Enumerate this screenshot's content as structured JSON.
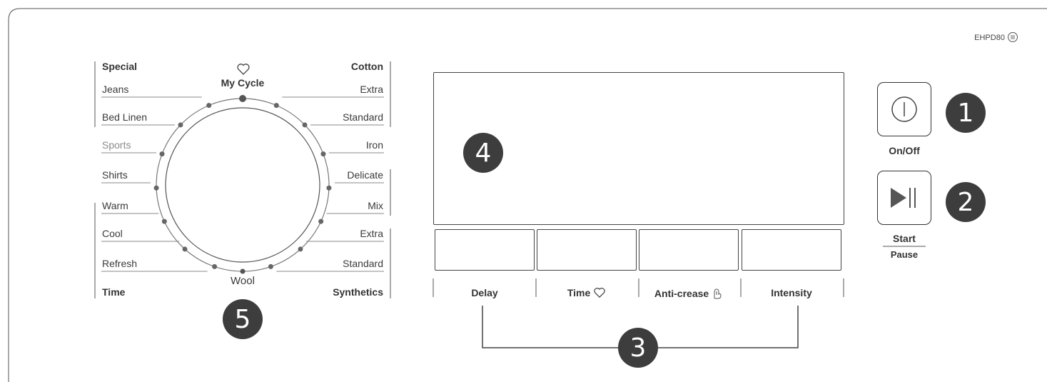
{
  "model": "EHPD80",
  "dial": {
    "favourite_label": "My Cycle",
    "bottom_label": "Wool",
    "left": [
      {
        "label": "Special",
        "style": "bold"
      },
      {
        "label": "Jeans",
        "style": "normal"
      },
      {
        "label": "Bed Linen",
        "style": "normal"
      },
      {
        "label": "Sports",
        "style": "muted"
      },
      {
        "label": "Shirts",
        "style": "normal"
      },
      {
        "label": "Warm",
        "style": "normal"
      },
      {
        "label": "Cool",
        "style": "normal"
      },
      {
        "label": "Refresh",
        "style": "normal"
      },
      {
        "label": "Time",
        "style": "bold"
      }
    ],
    "right": [
      {
        "label": "Cotton",
        "style": "bold"
      },
      {
        "label": "Extra",
        "style": "normal"
      },
      {
        "label": "Standard",
        "style": "normal"
      },
      {
        "label": "Iron",
        "style": "normal"
      },
      {
        "label": "Delicate",
        "style": "normal"
      },
      {
        "label": "Mix",
        "style": "normal"
      },
      {
        "label": "Extra",
        "style": "normal"
      },
      {
        "label": "Standard",
        "style": "normal"
      },
      {
        "label": "Synthetics",
        "style": "bold"
      }
    ]
  },
  "option_buttons": [
    {
      "label": "Delay",
      "icon": ""
    },
    {
      "label": "Time",
      "icon": "heart-icon"
    },
    {
      "label": "Anti-crease",
      "icon": "hand-icon"
    },
    {
      "label": "Intensity",
      "icon": ""
    }
  ],
  "controls": {
    "power_label": "On/Off",
    "start_label": "Start",
    "pause_label": "Pause"
  },
  "callouts": [
    "1",
    "2",
    "3",
    "4",
    "5"
  ],
  "colors": {
    "badge": "#3d3d3d",
    "line": "#444444",
    "muted": "#8a8a8a"
  }
}
